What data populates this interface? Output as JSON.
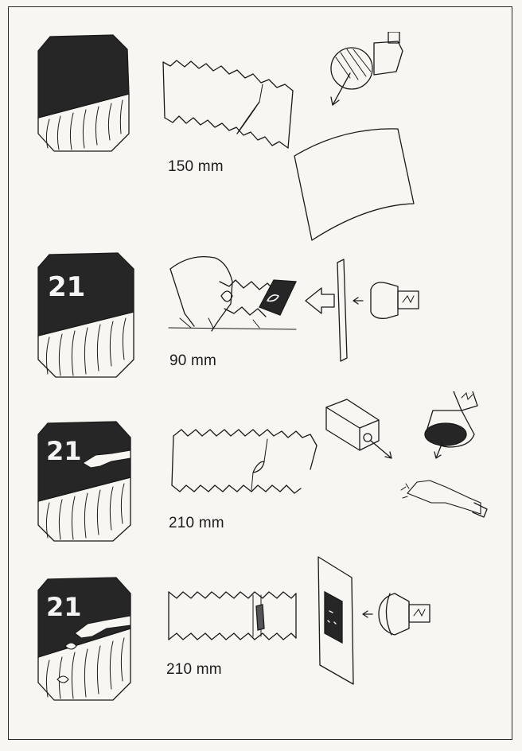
{
  "steps": [
    {
      "length_label": "150 mm"
    },
    {
      "length_label": "90 mm",
      "tag_number": "21"
    },
    {
      "length_label": "210 mm",
      "tag_number": "21"
    },
    {
      "length_label": "210 mm",
      "tag_number": "21"
    }
  ]
}
